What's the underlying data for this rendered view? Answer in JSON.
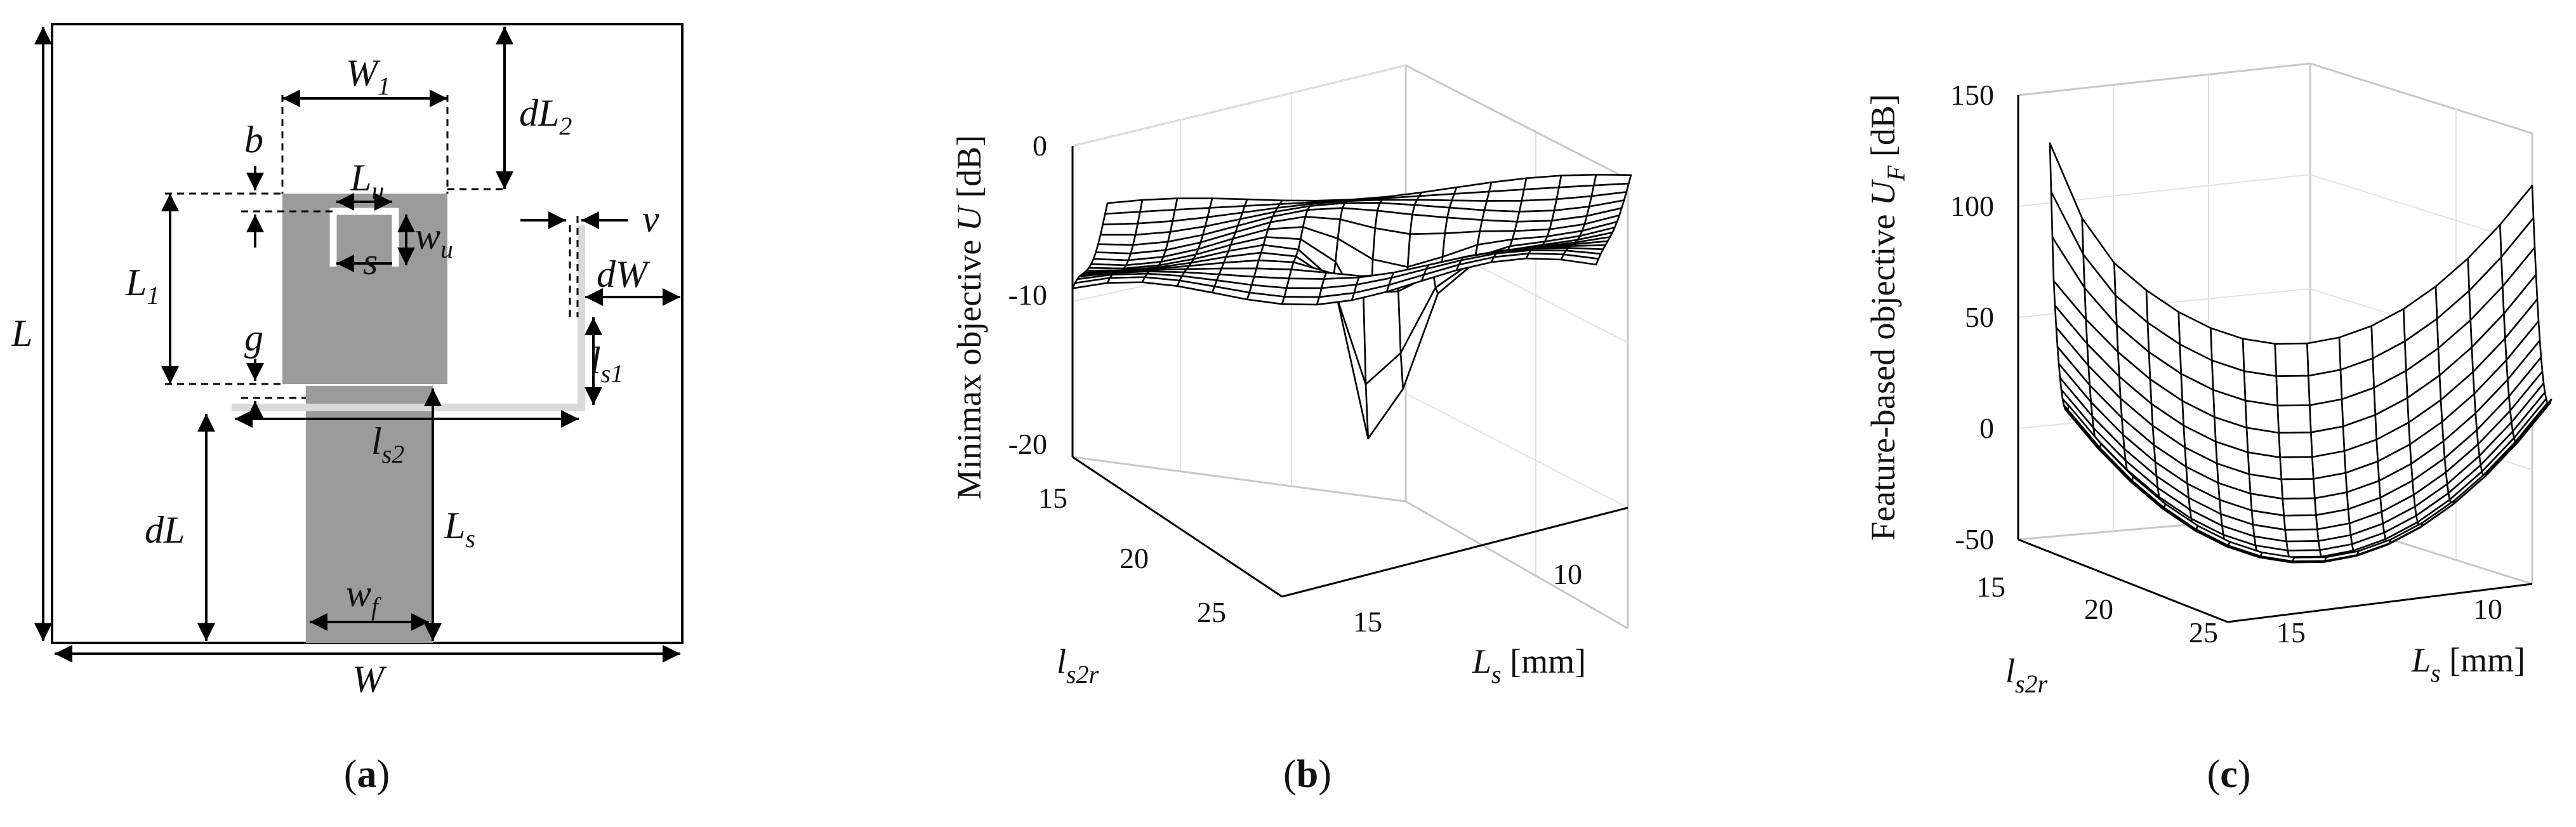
{
  "panels": {
    "a": {
      "caption": "a",
      "labels": {
        "W1": "W",
        "W1_sub": "1",
        "dL2": "dL",
        "dL2_sub": "2",
        "b": "b",
        "Lu": "L",
        "Lu_sub": "u",
        "L1": "L",
        "L1_sub": "1",
        "wu": "w",
        "wu_sub": "u",
        "s": "s",
        "v": "v",
        "dW": "dW",
        "L": "L",
        "g": "g",
        "ls1": "l",
        "ls1_sub": "s1",
        "ls2": "l",
        "ls2_sub": "s2",
        "dL": "dL",
        "Ls": "L",
        "Ls_sub": "s",
        "wf": "w",
        "wf_sub": "f",
        "W": "W"
      },
      "colors": {
        "patch": "#9b9b9b",
        "slot_line": "#d9d9d9"
      }
    },
    "b": {
      "caption": "b",
      "zlabel": "Minimax objective U [dB]",
      "zlabel_main": "Minimax objective ",
      "zlabel_var": "U",
      "zlabel_unit": " [dB]",
      "xlabel_var": "L",
      "xlabel_sub": "s",
      "xlabel_unit": " [mm]",
      "ylabel_var": "l",
      "ylabel_sub": "s2r",
      "zticks": [
        "0",
        "-10",
        "-20"
      ],
      "xticks": [
        "10",
        "15"
      ],
      "yticks": [
        "15",
        "20",
        "25"
      ]
    },
    "c": {
      "caption": "c",
      "zlabel_main": "Feature-based objective ",
      "zlabel_var": "U",
      "zlabel_sub": "F",
      "zlabel_unit": " [dB]",
      "xlabel_var": "L",
      "xlabel_sub": "s",
      "xlabel_unit": " [mm]",
      "ylabel_var": "l",
      "ylabel_sub": "s2r",
      "zticks": [
        "150",
        "100",
        "50",
        "0",
        "-50"
      ],
      "xticks": [
        "10",
        "15"
      ],
      "yticks": [
        "15",
        "20",
        "25"
      ]
    }
  },
  "chart_data": [
    {
      "type": "surface",
      "panel": "b",
      "xlabel": "L_s [mm]",
      "ylabel": "l_s2r",
      "zlabel": "Minimax objective U [dB]",
      "xlim": [
        8,
        17
      ],
      "ylim": [
        15,
        25
      ],
      "zlim": [
        -21,
        0
      ],
      "x": [
        8.0,
        8.6,
        9.2,
        9.8,
        10.4,
        11.0,
        11.6,
        12.2,
        12.8,
        13.4,
        14.0,
        14.6,
        15.2,
        15.8,
        16.4,
        17.0
      ],
      "y": [
        15.0,
        15.67,
        16.33,
        17.0,
        17.67,
        18.33,
        19.0,
        19.67,
        20.33,
        21.0,
        21.67,
        22.33,
        23.0,
        23.67,
        24.33,
        25.0
      ],
      "description": "mostly flat near -3 to -5 dB with a dip region and a sharp minimum near -21 dB around L_s ≈ 13 mm, l_s2r ≈ 20",
      "z_min": -21,
      "z_plateau": -4
    },
    {
      "type": "surface",
      "panel": "c",
      "xlabel": "L_s [mm]",
      "ylabel": "l_s2r",
      "zlabel": "Feature-based objective U_F [dB]",
      "xlim": [
        8,
        17
      ],
      "ylim": [
        15,
        25
      ],
      "zlim": [
        -50,
        150
      ],
      "x": [
        8.0,
        8.6,
        9.2,
        9.8,
        10.4,
        11.0,
        11.6,
        12.2,
        12.8,
        13.4,
        14.0,
        14.6,
        15.2,
        15.8,
        16.4,
        17.0
      ],
      "y": [
        15.0,
        15.67,
        16.33,
        17.0,
        17.67,
        18.33,
        19.0,
        19.67,
        20.33,
        21.0,
        21.67,
        22.33,
        23.0,
        23.67,
        24.33,
        25.0
      ],
      "description": "bowl-shaped surface with a smooth minimum near -30 dB, rising to about 130 dB at the back corner",
      "z_min": -30,
      "z_max": 130
    }
  ]
}
